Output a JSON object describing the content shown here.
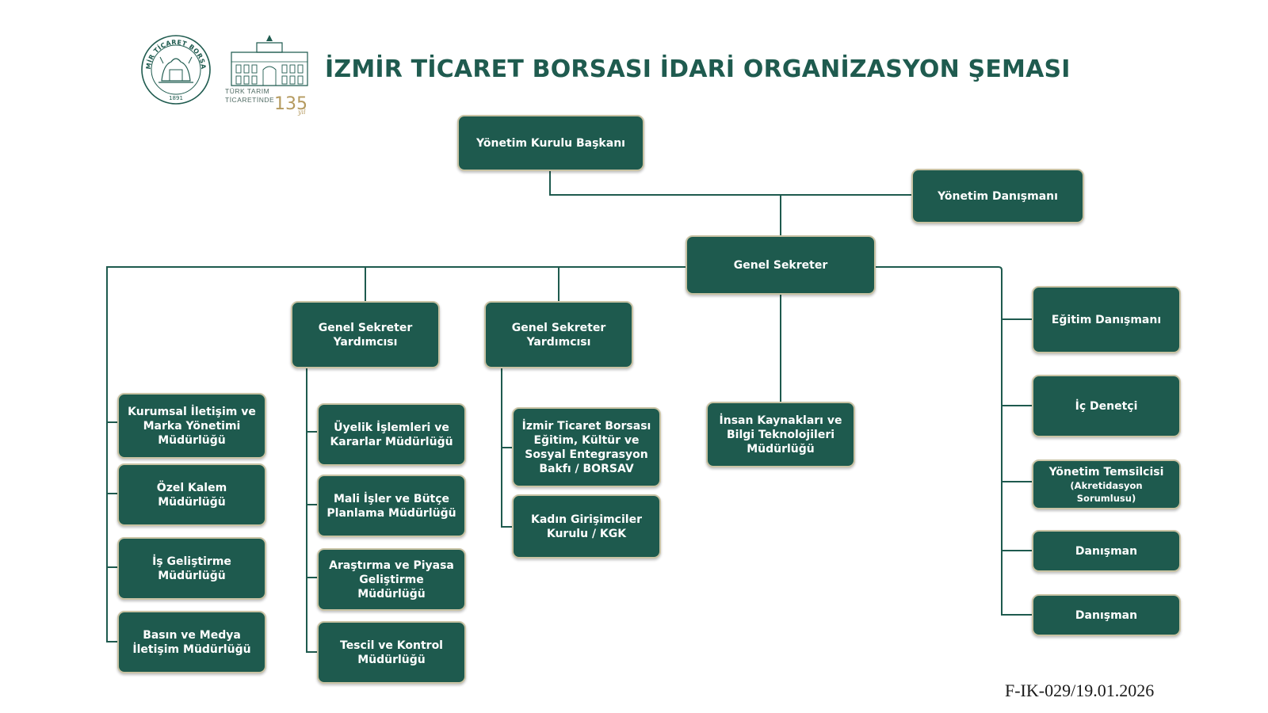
{
  "header": {
    "title": "İZMİR TİCARET BORSASI İDARİ ORGANİZASYON ŞEMASI",
    "logo_left_text": "İZMİR TİCARET BORSASI",
    "logo_left_year": "1891",
    "logo_right_line1": "TÜRK TARIM",
    "logo_right_line2": "TİCARETİNDE",
    "logo_right_number": "135",
    "logo_right_suffix": "yıl"
  },
  "boxes": {
    "chairman": "Yönetim Kurulu Başkanı",
    "board_advisor": "Yönetim Danışmanı",
    "secretary_general": "Genel Sekreter",
    "deputy_1": "Genel Sekreter Yardımcısı",
    "deputy_2": "Genel Sekreter Yardımcısı",
    "corporate_comm": "Kurumsal İletişim ve Marka Yönetimi Müdürlüğü",
    "private_office": "Özel Kalem Müdürlüğü",
    "business_dev": "İş Geliştirme Müdürlüğü",
    "press_media": "Basın ve Medya İletişim Müdürlüğü",
    "membership": "Üyelik İşlemleri ve Kararlar Müdürlüğü",
    "finance": "Mali İşler ve Bütçe Planlama Müdürlüğü",
    "research": "Araştırma ve Piyasa Geliştirme Müdürlüğü",
    "registry": "Tescil ve Kontrol Müdürlüğü",
    "borsav": "İzmir Ticaret Borsası Eğitim, Kültür ve Sosyal Entegrasyon Bakfı / BORSAV",
    "kgk": "Kadın Girişimciler Kurulu / KGK",
    "hr_it": "İnsan Kaynakları ve Bilgi Teknolojileri Müdürlüğü",
    "education_advisor": "Eğitim Danışmanı",
    "internal_auditor": "İç Denetçi",
    "mgmt_rep": "Yönetim Temsilcisi",
    "mgmt_rep_sub": "(Akretidasyon Sorumlusu)",
    "advisor_1": "Danışman",
    "advisor_2": "Danışman"
  },
  "footer": {
    "form_code": "F-IK-029/19.01.2026"
  },
  "colors": {
    "box_fill": "#1e5a4e",
    "box_border": "#c9c3a4",
    "line": "#1e5a4e",
    "title": "#1f5b4f",
    "logo_gold": "#b59a5f"
  }
}
